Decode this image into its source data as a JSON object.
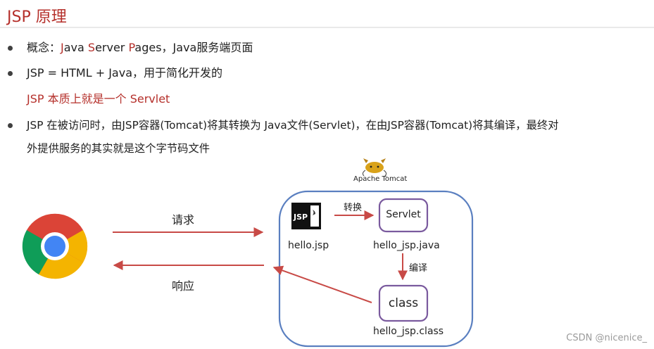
{
  "title": "JSP 原理",
  "bullets": {
    "b1": {
      "prefix": "概念：",
      "j": "J",
      "ava": "ava ",
      "s": "S",
      "erver": "erver ",
      "p": "P",
      "ages": "ages，Java服务端页面"
    },
    "b2": {
      "line1": "JSP = HTML + Java，用于简化开发的",
      "line2": "JSP 本质上就是一个 Servlet"
    },
    "b3": {
      "line1": "JSP 在被访问时，由JSP容器(Tomcat)将其转换为 Java文件(Servlet)，在由JSP容器(Tomcat)将其编译，最终对",
      "line2": "外提供服务的其实就是这个字节码文件"
    }
  },
  "diagram": {
    "tomcat_label": "Apache Tomcat",
    "request_label": "请求",
    "response_label": "响应",
    "convert_label": "转换",
    "compile_label": "编译",
    "jsp_icon_text": "JSP",
    "jsp_file": "hello.jsp",
    "servlet_box": "Servlet",
    "servlet_file": "hello_jsp.java",
    "class_box": "class",
    "class_file": "hello_jsp.class"
  },
  "colors": {
    "title_red": "#b5302b",
    "arrow_red": "#c84a46",
    "container_blue": "#5a7fc0",
    "box_purple": "#7a5a9e"
  },
  "watermark": "CSDN @nicenice_"
}
